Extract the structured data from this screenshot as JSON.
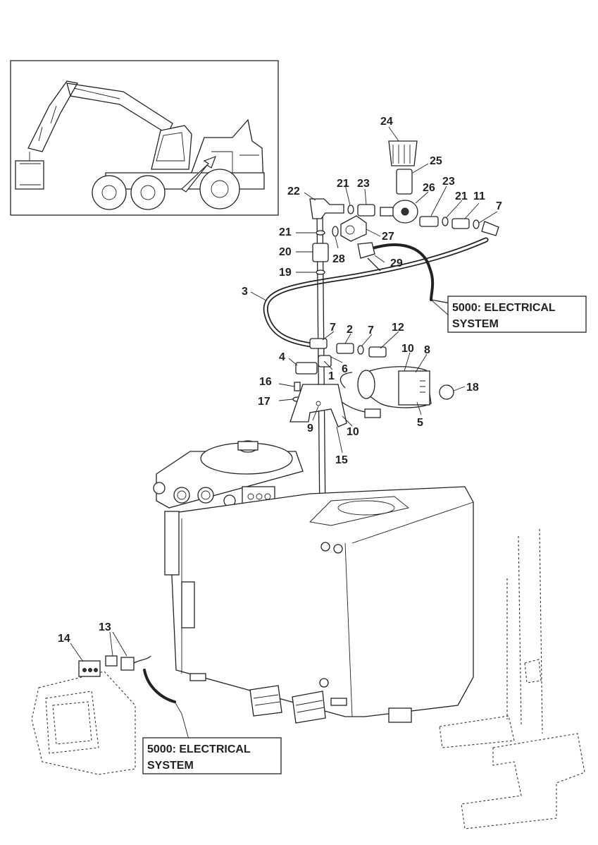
{
  "callouts": [
    "24",
    "25",
    "21",
    "23",
    "22",
    "26",
    "23",
    "21",
    "11",
    "7",
    "21",
    "27",
    "20",
    "28",
    "29",
    "19",
    "3",
    "7",
    "2",
    "7",
    "12",
    "4",
    "10",
    "8",
    "1",
    "6",
    "16",
    "18",
    "17",
    "9",
    "10",
    "5",
    "15",
    "14",
    "13"
  ],
  "references": {
    "electrical_top_line1": "5000: ELECTRICAL",
    "electrical_top_line2": "SYSTEM",
    "electrical_bottom_line1": "5000: ELECTRICAL",
    "electrical_bottom_line2": "SYSTEM"
  }
}
